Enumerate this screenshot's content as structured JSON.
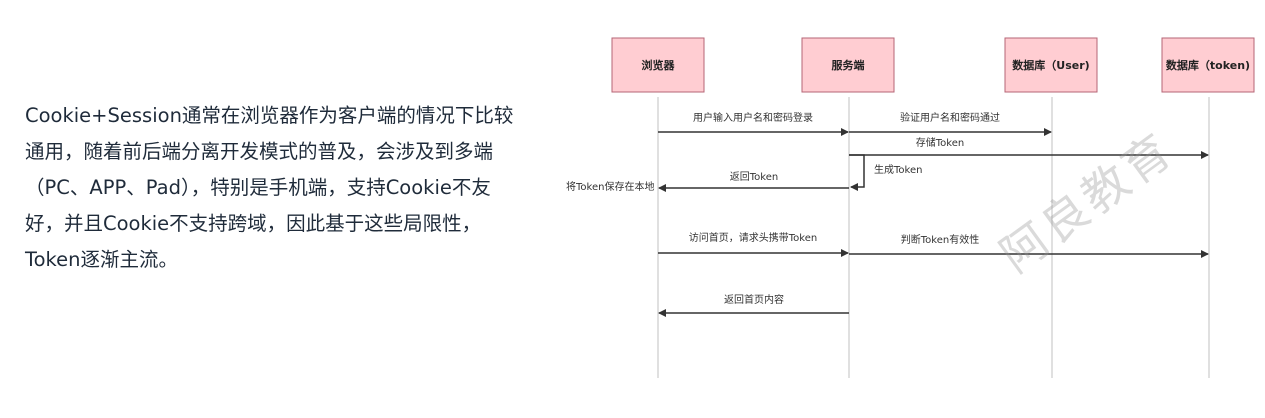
{
  "paragraph": "Cookie+Session通常在浏览器作为客户端的情况下比较通用，随着前后端分离开发模式的普及，会涉及到多端（PC、APP、Pad），特别是手机端，支持Cookie不友好，并且Cookie不支持跨域，因此基于这些局限性，Token逐渐主流。",
  "watermark": "阿良教育",
  "colors": {
    "box_fill": "#ffcdd2",
    "box_border": "#b56576",
    "arrow": "#333333",
    "lifeline": "#cccccc"
  },
  "participants": [
    "浏览器",
    "服务端",
    "数据库（User)",
    "数据库（token)"
  ],
  "messages": [
    {
      "from": 0,
      "to": 1,
      "label": "用户输入用户名和密码登录"
    },
    {
      "from": 1,
      "to": 2,
      "label": "验证用户名和密码通过"
    },
    {
      "from": 1,
      "to": 3,
      "label": "存储Token"
    },
    {
      "from": 1,
      "to": 1,
      "label": "生成Token"
    },
    {
      "from": 1,
      "to": 0,
      "label": "返回Token"
    },
    {
      "from": 0,
      "to": 1,
      "label": "访问首页，请求头携带Token"
    },
    {
      "from": 1,
      "to": 3,
      "label": "判断Token有效性"
    },
    {
      "from": 1,
      "to": 0,
      "label": "返回首页内容"
    }
  ],
  "note": "将Token保存在本地"
}
